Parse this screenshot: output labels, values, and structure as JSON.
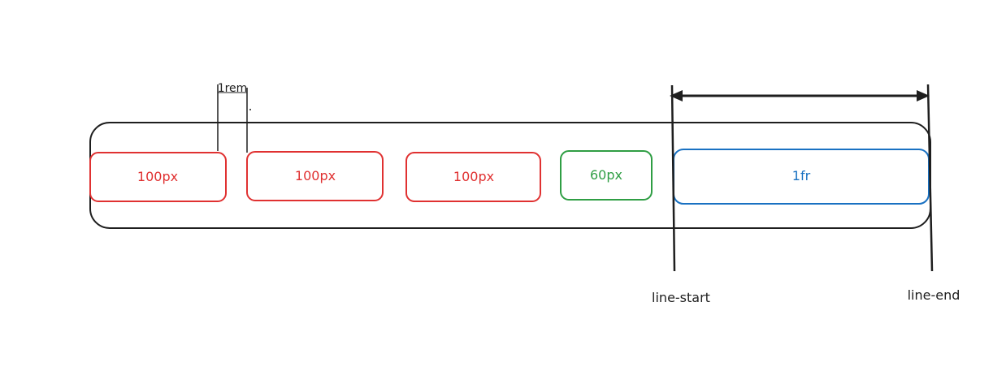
{
  "gap_label": "1rem",
  "columns": [
    {
      "label": "100px",
      "color": "#e03131"
    },
    {
      "label": "100px",
      "color": "#e03131"
    },
    {
      "label": "100px",
      "color": "#e03131"
    },
    {
      "label": "60px",
      "color": "#2f9e44"
    },
    {
      "label": "1fr",
      "color": "#1971c2"
    }
  ],
  "lines": {
    "start_label": "line-start",
    "end_label": "line-end"
  },
  "colors": {
    "stroke": "#1e1e1e"
  }
}
